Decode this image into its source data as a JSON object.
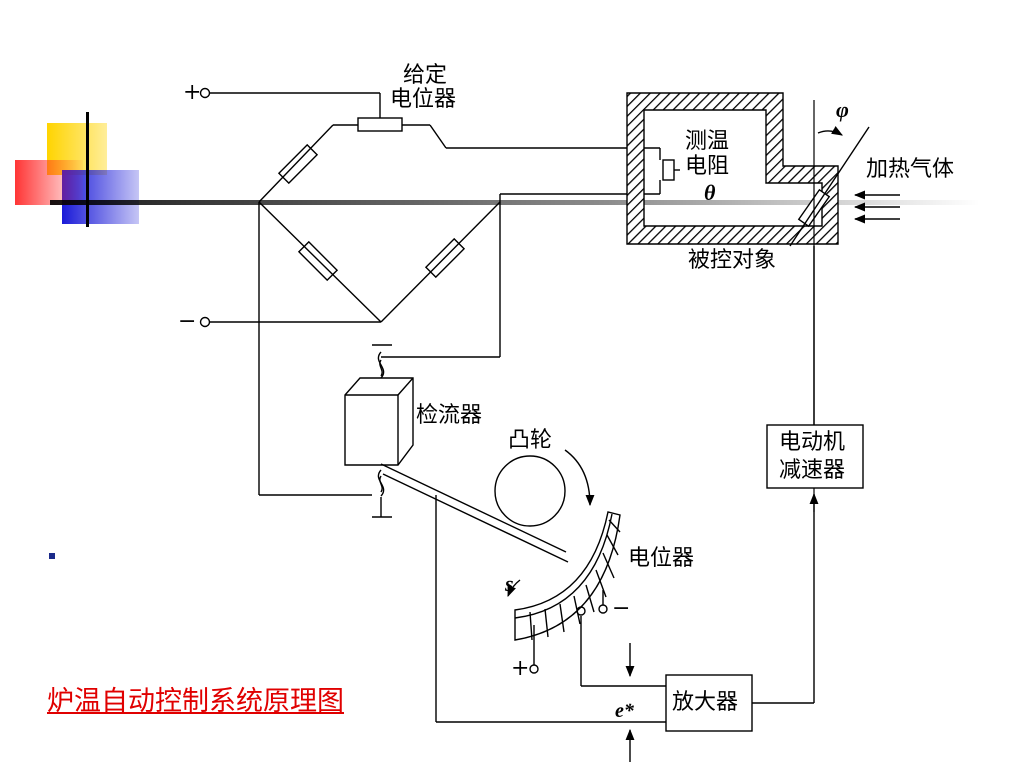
{
  "caption": "炉温自动控制系统原理图",
  "labels": {
    "given_potentiometer_line1": "给定",
    "given_potentiometer_line2": "电位器",
    "temp_resistor_line1": "测温",
    "temp_resistor_line2": "电阻",
    "theta": "θ",
    "phi": "φ",
    "heating_gas": "加热气体",
    "controlled_object": "被控对象",
    "galvanometer": "检流器",
    "cam": "凸轮",
    "potentiometer": "电位器",
    "s": "s",
    "motor_line1": "电动机",
    "motor_line2": "减速器",
    "amplifier": "放大器",
    "e_star": "e*",
    "plus_top": "+",
    "minus_left": "−",
    "plus_bottom": "+",
    "minus_right": "−"
  },
  "colors": {
    "caption": "#e00000",
    "decor_yellow": "#ffd400",
    "decor_red": "#ff2a2a",
    "decor_blue": "#1a1ad8",
    "line": "#000000"
  }
}
